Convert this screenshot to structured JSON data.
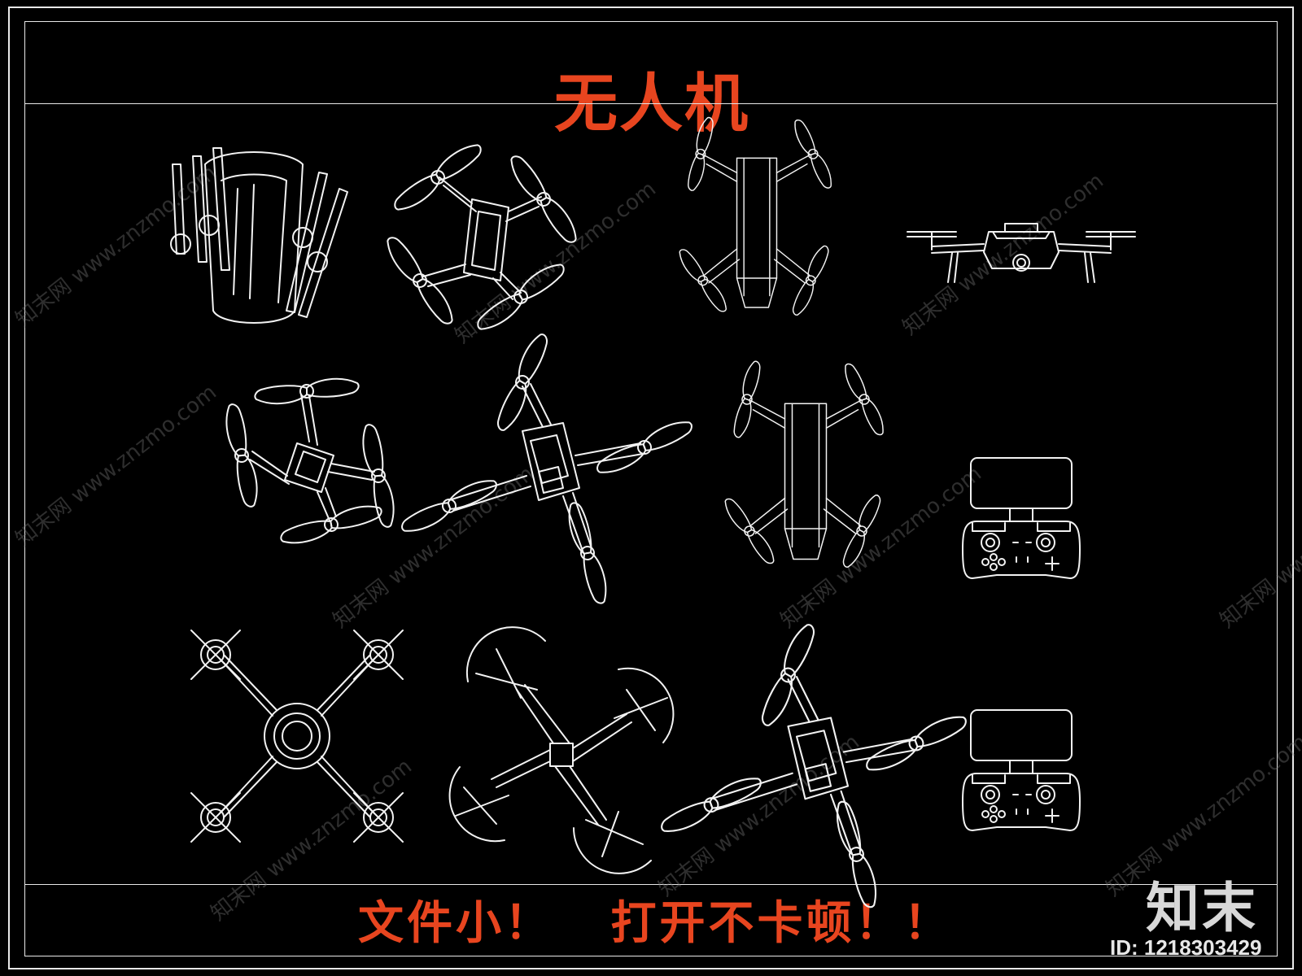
{
  "title": "无人机",
  "footer": "文件小！   打开不卡顿！！",
  "accent_color": "#e8451f",
  "line_color": "#f2f2f2",
  "watermark": {
    "text": "知末网 www.znzmo.com",
    "logo": "知末",
    "id": "ID: 1218303429"
  },
  "drawings": [
    {
      "icon": "folded-drone-icon"
    },
    {
      "icon": "foldable-quadcopter-icon"
    },
    {
      "icon": "quadcopter-top-view-icon"
    },
    {
      "icon": "drone-front-view-icon"
    },
    {
      "icon": "drone-perspective-icon"
    },
    {
      "icon": "drone-angled-icon"
    },
    {
      "icon": "quadcopter-top-view-icon"
    },
    {
      "icon": "remote-controller-icon"
    },
    {
      "icon": "x-frame-drone-icon"
    },
    {
      "icon": "guarded-drone-icon"
    },
    {
      "icon": "drone-angled-icon"
    },
    {
      "icon": "remote-controller-icon"
    }
  ]
}
